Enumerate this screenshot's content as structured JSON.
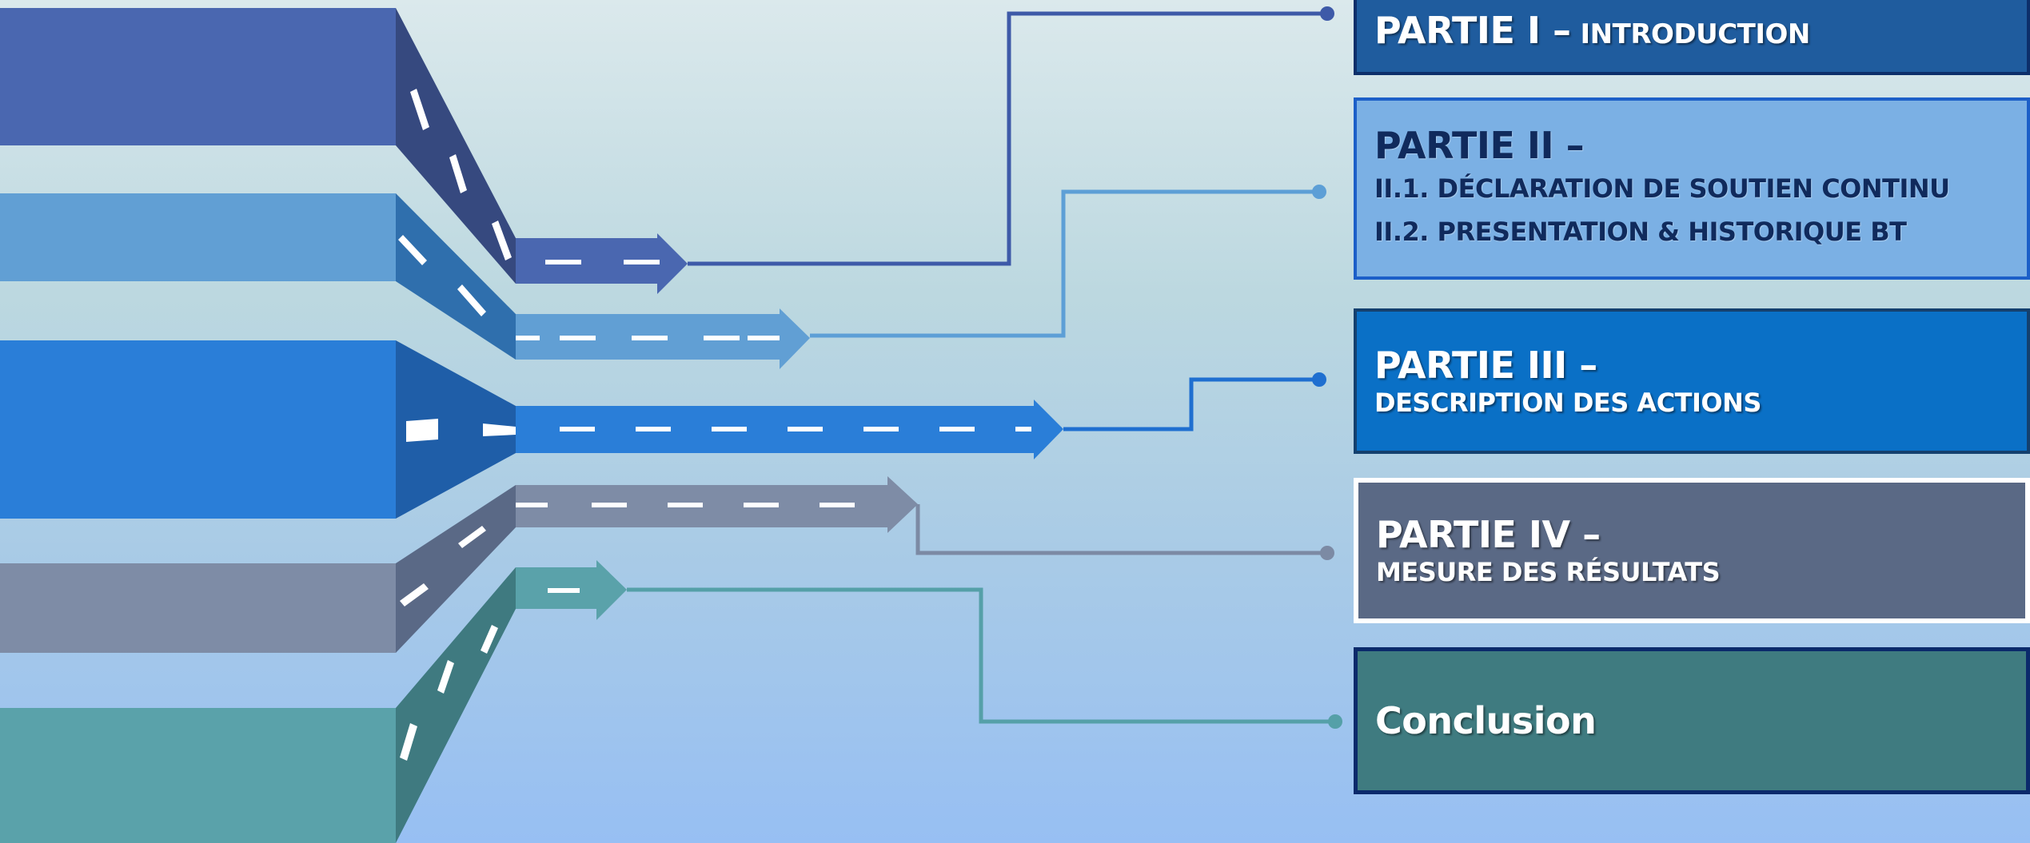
{
  "colors": {
    "part1": "#4a67b0",
    "part2": "#619fd4",
    "part3": "#2a7ed8",
    "part4": "#7e8ca6",
    "part5": "#5aa2aa",
    "box1": "#1f5c9e",
    "box2": "#7bb0e4",
    "box3": "#0a70c6",
    "box4": "#5a6985",
    "box5": "#3f7b80"
  },
  "parts": [
    {
      "title": "PARTIE I –",
      "lines": [
        "INTRODUCTION"
      ]
    },
    {
      "title": "PARTIE II –",
      "lines": [
        "II.1. DÉCLARATION DE SOUTIEN CONTINU",
        "II.2. PRESENTATION & HISTORIQUE BT"
      ]
    },
    {
      "title": "PARTIE III –",
      "lines": [
        "DESCRIPTION DES ACTIONS"
      ]
    },
    {
      "title": "PARTIE IV –",
      "lines": [
        "MESURE DES RÉSULTATS"
      ]
    },
    {
      "title": "Conclusion",
      "lines": []
    }
  ]
}
